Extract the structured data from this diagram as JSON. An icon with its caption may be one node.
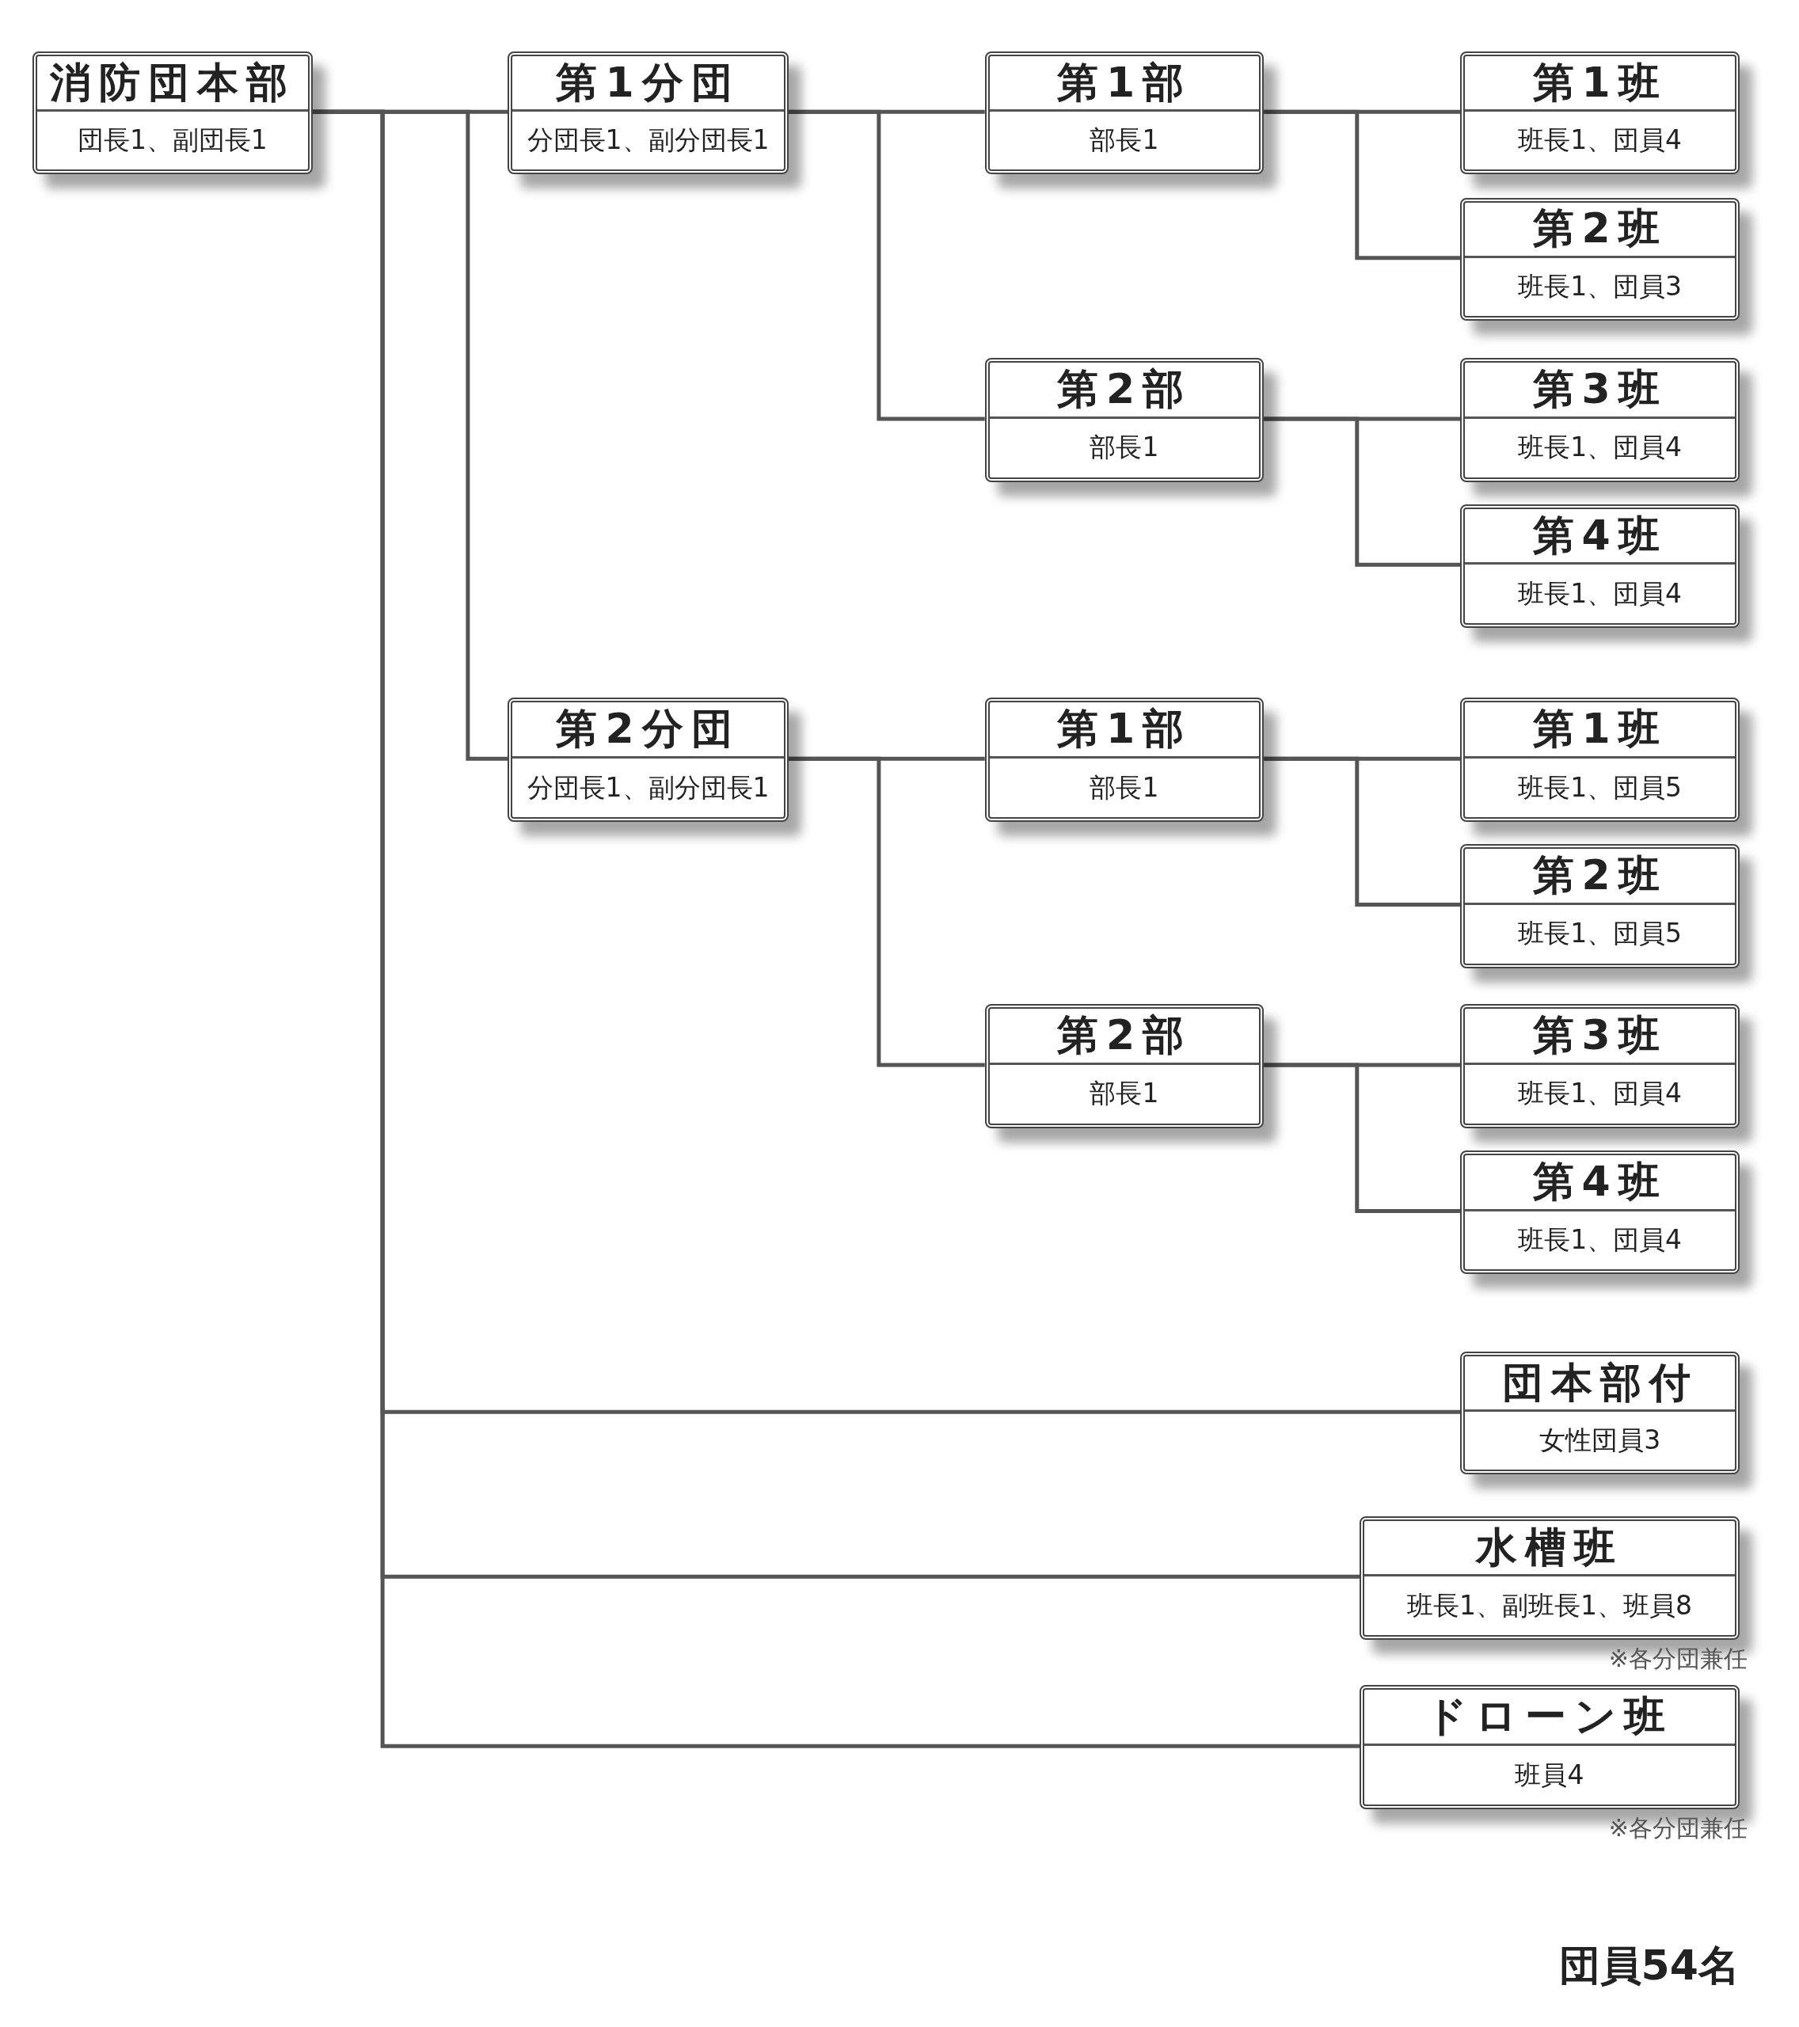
{
  "diagram": {
    "nodes": [
      {
        "text": [
          "消防団本部",
          "団長1、副団長1"
        ]
      },
      {
        "text": [
          "第1分団",
          "分団長1、副分団長1"
        ]
      },
      {
        "text": [
          "第1部",
          "部長1"
        ]
      },
      {
        "text": [
          "第1班",
          "班長1、団員4"
        ]
      },
      {
        "text": [
          "第2班",
          "班長1、団員3"
        ]
      },
      {
        "text": [
          "第2部",
          "部長1"
        ]
      },
      {
        "text": [
          "第3班",
          "班長1、団員4"
        ]
      },
      {
        "text": [
          "第4班",
          "班長1、団員4"
        ]
      },
      {
        "text": [
          "第2分団",
          "分団長1、副分団長1"
        ]
      },
      {
        "text": [
          "第1部",
          "部長1"
        ]
      },
      {
        "text": [
          "第1班",
          "班長1、団員5"
        ]
      },
      {
        "text": [
          "第2班",
          "班長1、団員5"
        ]
      },
      {
        "text": [
          "第2部",
          "部長1"
        ]
      },
      {
        "text": [
          "第3班",
          "班長1、団員4"
        ]
      },
      {
        "text": [
          "第4班",
          "班長1、団員4"
        ]
      },
      {
        "text": [
          "団本部付",
          "女性団員3"
        ]
      },
      {
        "text": [
          "水槽班",
          "班長1、副班長1、班員8"
        ],
        "beside": [
          "※各分団兼任"
        ]
      },
      {
        "text": [
          "ドローン班",
          "班員4"
        ],
        "beside": [
          "※各分団兼任"
        ]
      }
    ],
    "edges": [
      {
        "from": 0,
        "to": 1,
        "arrow": "none"
      },
      {
        "from": 0,
        "to": 8,
        "arrow": "none"
      },
      {
        "from": 0,
        "to": 15,
        "arrow": "none"
      },
      {
        "from": 0,
        "to": 16,
        "arrow": "none"
      },
      {
        "from": 0,
        "to": 17,
        "arrow": "none"
      },
      {
        "from": 1,
        "to": 2,
        "arrow": "none"
      },
      {
        "from": 1,
        "to": 5,
        "arrow": "none"
      },
      {
        "from": 2,
        "to": 3,
        "arrow": "none"
      },
      {
        "from": 2,
        "to": 4,
        "arrow": "none"
      },
      {
        "from": 5,
        "to": 6,
        "arrow": "none"
      },
      {
        "from": 5,
        "to": 7,
        "arrow": "none"
      },
      {
        "from": 8,
        "to": 9,
        "arrow": "none"
      },
      {
        "from": 8,
        "to": 12,
        "arrow": "none"
      },
      {
        "from": 9,
        "to": 10,
        "arrow": "none"
      },
      {
        "from": 9,
        "to": 11,
        "arrow": "none"
      },
      {
        "from": 12,
        "to": 13,
        "arrow": "none"
      },
      {
        "from": 12,
        "to": 14,
        "arrow": "none"
      }
    ],
    "labels": [
      "団員54名"
    ]
  }
}
